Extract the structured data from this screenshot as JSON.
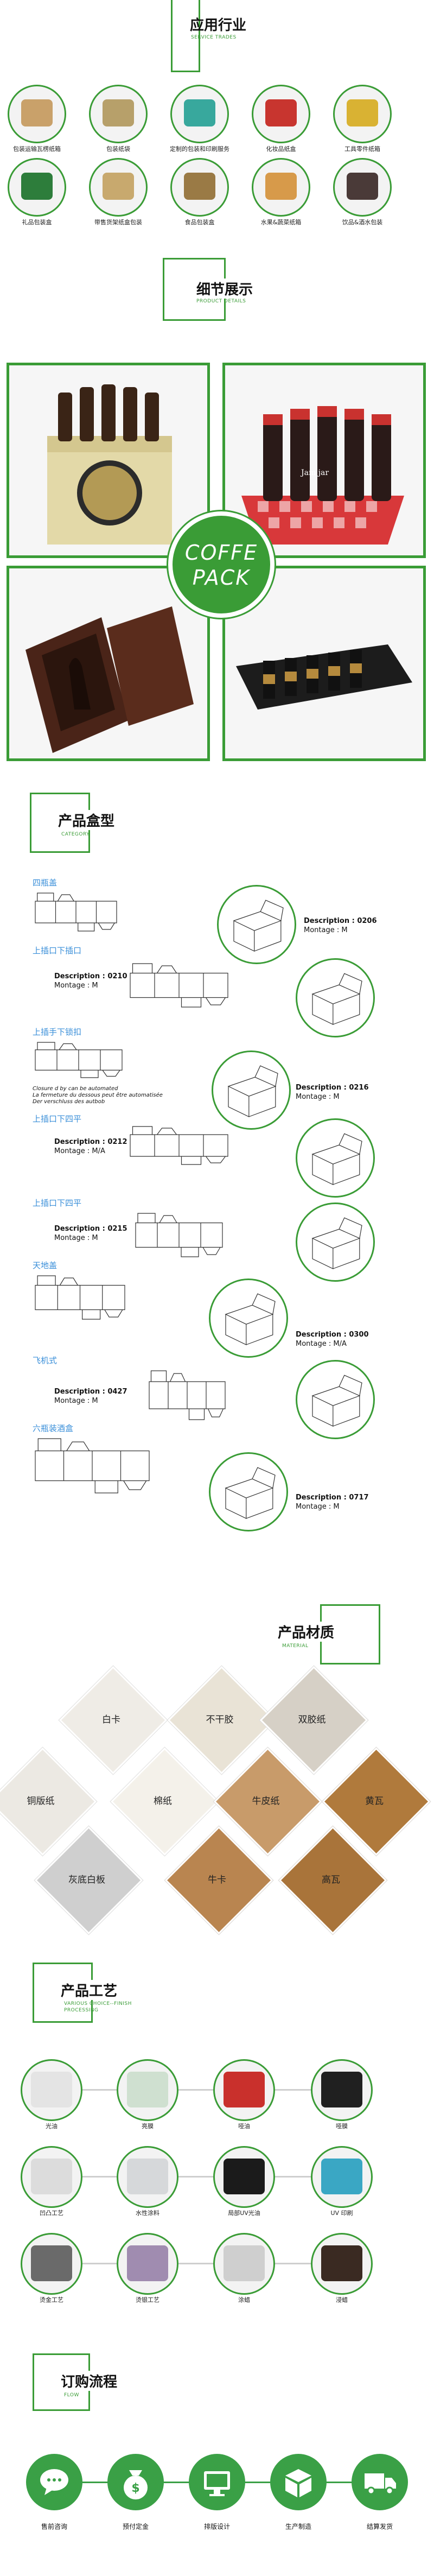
{
  "sections": {
    "trades": {
      "title": "应用行业",
      "subtitle": "SERVICE TRADES"
    },
    "details": {
      "title": "细节展示",
      "subtitle": "PRODUCT DETAILS"
    },
    "category": {
      "title": "产品盒型",
      "subtitle": "CATEGORY"
    },
    "material": {
      "title": "产品材质",
      "subtitle": "MATERIAL"
    },
    "process": {
      "title": "产品工艺",
      "subtitle": "VARIOUS CHOICE--FINISH PROCESSING"
    },
    "flow": {
      "title": "订购流程",
      "subtitle": "FLOW"
    }
  },
  "trades": [
    {
      "label": "包装运输瓦楞纸箱",
      "color": "#c9a16a"
    },
    {
      "label": "包装纸袋",
      "color": "#b7a06a"
    },
    {
      "label": "定制的包装和印刷服务",
      "color": "#38a89d"
    },
    {
      "label": "化妆品纸盒",
      "color": "#c8352f"
    },
    {
      "label": "工具零件纸箱",
      "color": "#d9b233"
    },
    {
      "label": "礼品包装盒",
      "color": "#2d7d3b"
    },
    {
      "label": "带售货架纸盒包装",
      "color": "#c8a96e"
    },
    {
      "label": "食品包装盒",
      "color": "#9a7a45"
    },
    {
      "label": "水果&蔬菜纸箱",
      "color": "#d79a4a"
    },
    {
      "label": "饮品&酒水包装",
      "color": "#4a3a38"
    }
  ],
  "details": {
    "logo_line1": "COFFE",
    "logo_line2": "PACK",
    "jam_label": "Jam jar"
  },
  "category": {
    "types": [
      {
        "label": "四瓶盖"
      },
      {
        "label": "上插口下插口"
      },
      {
        "label": "上插手下锁扣"
      },
      {
        "label": "上插口下四平"
      },
      {
        "label": "上插口下四平"
      },
      {
        "label": "天地盖"
      },
      {
        "label": "飞机式"
      },
      {
        "label": "六瓶装酒盒"
      }
    ],
    "descs": [
      {
        "d": "Description : 0206",
        "m": "Montage : M"
      },
      {
        "d": "Description : 0210",
        "m": "Montage : M"
      },
      {
        "d": "Description : 0216",
        "m": "Montage : M"
      },
      {
        "d": "Description : 0212",
        "m": "Montage : M/A"
      },
      {
        "d": "Description : 0215",
        "m": "Montage : M"
      },
      {
        "d": "Description : 0300",
        "m": "Montage : M/A"
      },
      {
        "d": "Description : 0427",
        "m": "Montage : M"
      },
      {
        "d": "Description : 0717",
        "m": "Montage : M"
      }
    ],
    "closure_note1": "Closure d by can be automated",
    "closure_note2": "La fermeture du dessous peut être automatisée",
    "closure_note3": "Der verschluss des autbob"
  },
  "materials": [
    {
      "label": "白卡",
      "color": "#efece6"
    },
    {
      "label": "不干胶",
      "color": "#e9e3d6"
    },
    {
      "label": "双胶纸",
      "color": "#d6d0c6"
    },
    {
      "label": "铜版纸",
      "color": "#ece9e3"
    },
    {
      "label": "棉纸",
      "color": "#f4f1ea"
    },
    {
      "label": "牛皮纸",
      "color": "#c89b6a"
    },
    {
      "label": "黄瓦",
      "color": "#b07a3c"
    },
    {
      "label": "灰底白板",
      "color": "#cfcfcf"
    },
    {
      "label": "牛卡",
      "color": "#b98550"
    },
    {
      "label": "高瓦",
      "color": "#a9743a"
    }
  ],
  "processes": [
    {
      "label": "光油",
      "color": "#e4e4e4"
    },
    {
      "label": "亮膜",
      "color": "#cfe0d0"
    },
    {
      "label": "哑油",
      "color": "#c9302c"
    },
    {
      "label": "哑膜",
      "color": "#202020"
    },
    {
      "label": "凹凸工艺",
      "color": "#dcdcdc"
    },
    {
      "label": "水性涂料",
      "color": "#d6d8da"
    },
    {
      "label": "局部UV光油",
      "color": "#1b1b1b"
    },
    {
      "label": "UV 印刷",
      "color": "#3aa7c4"
    },
    {
      "label": "烫金工艺",
      "color": "#6a6a6a"
    },
    {
      "label": "烫银工艺",
      "color": "#a08cb0"
    },
    {
      "label": "涂蜡",
      "color": "#cfcfcf"
    },
    {
      "label": "浸蜡",
      "color": "#3a2a22"
    }
  ],
  "flow": [
    {
      "label": "售前咨询",
      "icon": "chat-icon"
    },
    {
      "label": "预付定金",
      "icon": "money-bag-icon"
    },
    {
      "label": "排版设计",
      "icon": "monitor-icon"
    },
    {
      "label": "生产制造",
      "icon": "box-icon"
    },
    {
      "label": "结算发货",
      "icon": "truck-icon"
    }
  ],
  "colors": {
    "accent": "#3a9c36",
    "flow": "#3aa046"
  }
}
